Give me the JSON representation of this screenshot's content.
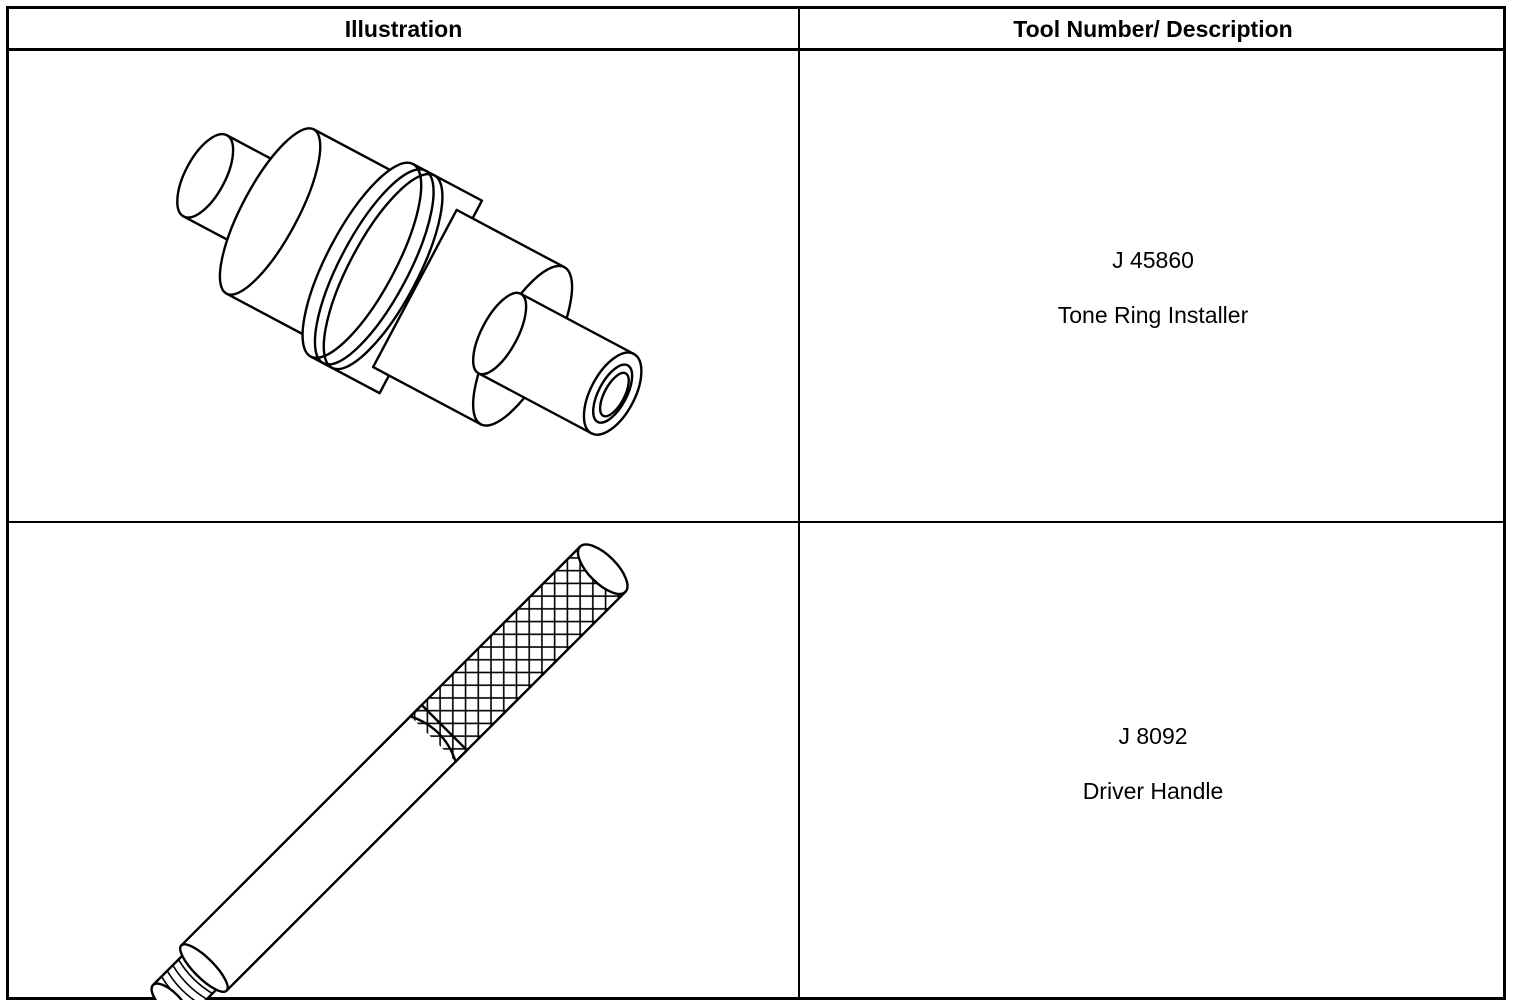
{
  "table": {
    "headers": {
      "illustration": "Illustration",
      "tool_description": "Tool Number/ Description"
    },
    "rows": [
      {
        "tool_number": "J 45860",
        "description": "Tone Ring Installer",
        "illustration_icon": "tone-ring-installer-icon"
      },
      {
        "tool_number": "J 8092",
        "description": "Driver Handle",
        "illustration_icon": "driver-handle-icon"
      }
    ]
  }
}
